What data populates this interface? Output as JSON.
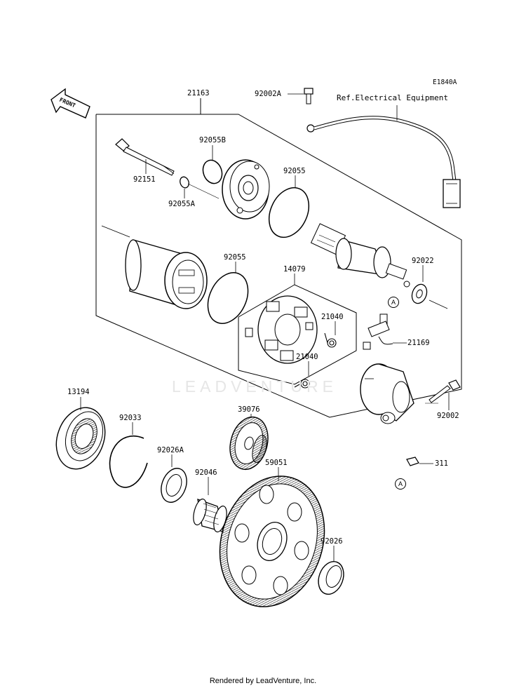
{
  "diagram": {
    "code": "E1840A",
    "reference_note": "Ref.Electrical Equipment",
    "front_label": "FRONT",
    "watermark": "LEADVENTURE",
    "footer": "Rendered by LeadVenture, Inc.",
    "callout_letter": "A",
    "part_numbers": {
      "starter_motor": "21163",
      "bolt_top": "92002A",
      "long_bolt": "92151",
      "oring_b": "92055B",
      "oring_a": "92055A",
      "oring_endcap": "92055",
      "oring_yoke": "92055",
      "brush_holder": "14079",
      "spring_upper": "21040",
      "spring_lower": "21040",
      "washer": "92022",
      "brush_terminal": "21169",
      "bolt_right": "92002",
      "nut": "311",
      "clutch": "13194",
      "circlip": "92033",
      "washer_a": "92026A",
      "idle_gear": "39076",
      "needle_bearing": "92046",
      "starter_gear": "59051",
      "seal": "92026"
    }
  }
}
